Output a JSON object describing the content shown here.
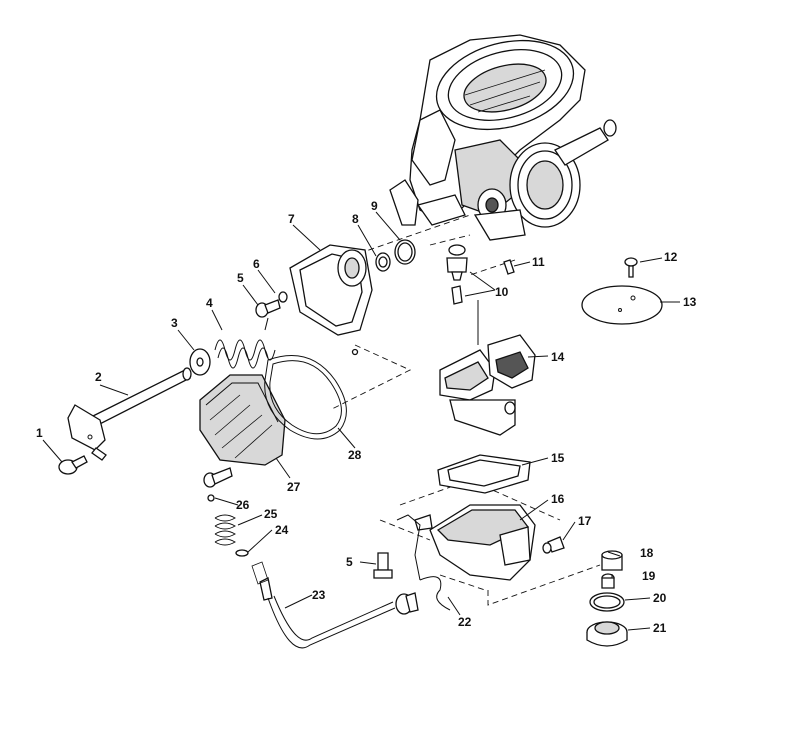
{
  "callouts": {
    "c1": "1",
    "c2": "2",
    "c3": "3",
    "c4": "4",
    "c5a": "5",
    "c5b": "5",
    "c6": "6",
    "c7": "7",
    "c8": "8",
    "c9": "9",
    "c10": "10",
    "c11": "11",
    "c12": "12",
    "c13": "13",
    "c14": "14",
    "c15": "15",
    "c16": "16",
    "c17": "17",
    "c18": "18",
    "c19": "19",
    "c20": "20",
    "c21": "21",
    "c22": "22",
    "c23": "23",
    "c24": "24",
    "c25": "25",
    "c26": "26",
    "c27": "27",
    "c28": "28"
  }
}
